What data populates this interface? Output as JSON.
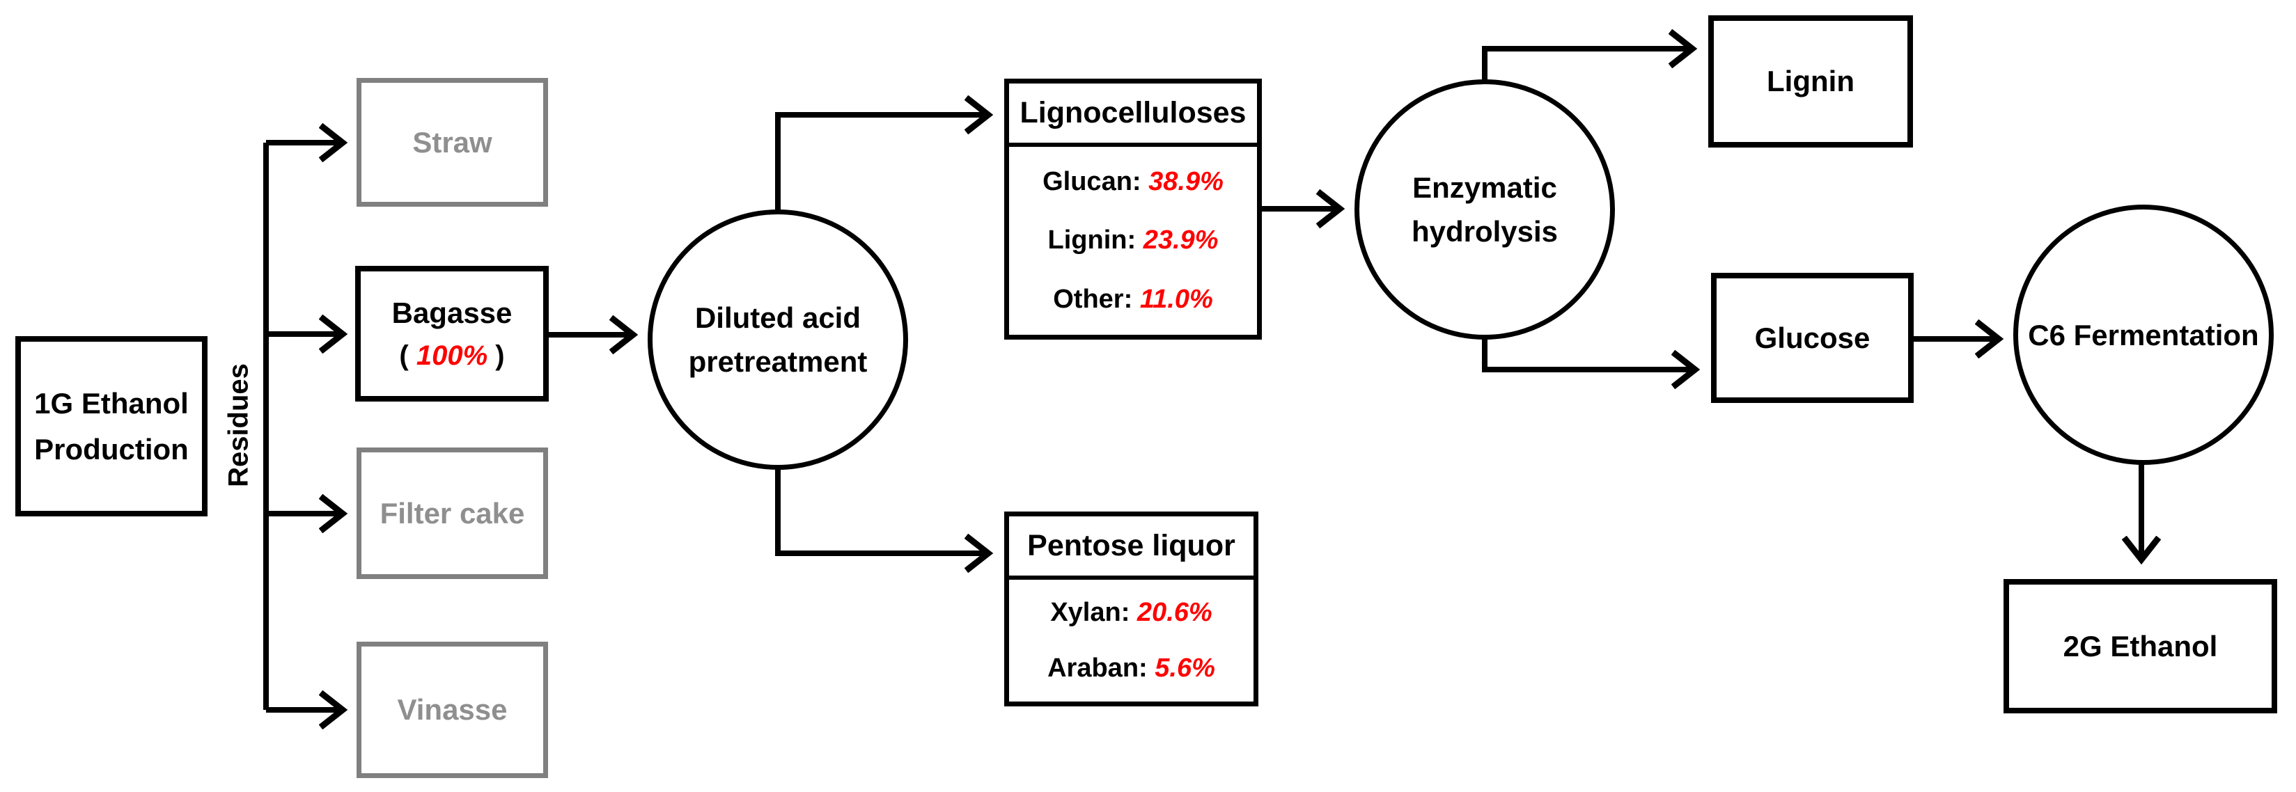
{
  "diagram": {
    "source": {
      "line1": "1G Ethanol",
      "line2": "Production"
    },
    "residues_label": "Residues",
    "residues": [
      {
        "label": "Straw",
        "active": false
      },
      {
        "label": "Bagasse",
        "value_prefix": "(",
        "value": "100%",
        "value_suffix": ")",
        "active": true
      },
      {
        "label": "Filter cake",
        "active": false
      },
      {
        "label": "Vinasse",
        "active": false
      }
    ],
    "pretreatment": {
      "line1": "Diluted acid",
      "line2": "pretreatment"
    },
    "lignocelluloses": {
      "title": "Lignocelluloses",
      "rows": [
        {
          "label": "Glucan:",
          "value": "38.9%"
        },
        {
          "label": "Lignin:",
          "value": "23.9%"
        },
        {
          "label": "Other:",
          "value": "11.0%"
        }
      ]
    },
    "pentose_liquor": {
      "title": "Pentose liquor",
      "rows": [
        {
          "label": "Xylan:",
          "value": "20.6%"
        },
        {
          "label": "Araban:",
          "value": "5.6%"
        }
      ]
    },
    "hydrolysis": {
      "line1": "Enzymatic",
      "line2": "hydrolysis"
    },
    "lignin": {
      "label": "Lignin"
    },
    "glucose": {
      "label": "Glucose"
    },
    "c6_fermentation": {
      "label": "C6 Fermentation"
    },
    "ethanol_2g": {
      "label": "2G Ethanol"
    },
    "colors": {
      "value_red": "#ff0000",
      "inactive_gray": "#808080",
      "line_black": "#000000"
    }
  }
}
